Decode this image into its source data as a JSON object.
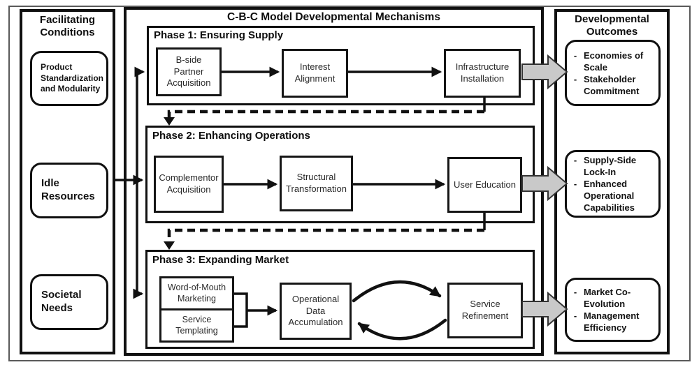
{
  "colors": {
    "arrow_fill": "#c9c9c9",
    "arrow_stroke": "#333333",
    "line": "#111111",
    "outer_border": "#5a5a5a"
  },
  "left_panel": {
    "title": "Facilitating Conditions",
    "boxes": [
      "Product Standardization and Modularity",
      "Idle Resources",
      "Societal Needs"
    ]
  },
  "center_panel": {
    "title": "C-B-C Model Developmental Mechanisms",
    "phase1": {
      "label": "Phase 1: Ensuring Supply",
      "box1": "B-side Partner Acquisition",
      "box2": "Interest Alignment",
      "box3": "Infrastructure Installation"
    },
    "phase2": {
      "label": "Phase 2: Enhancing Operations",
      "box1": "Complementor Acquisition",
      "box2": "Structural Transformation",
      "box3": "User Education"
    },
    "phase3": {
      "label": "Phase 3: Expanding Market",
      "box1": "Word-of-Mouth Marketing",
      "box2": "Service Templating",
      "box3": "Operational Data Accumulation",
      "box4": "Service Refinement"
    }
  },
  "right_panel": {
    "title": "Developmental Outcomes",
    "bullet_marker": "-",
    "outcome1": {
      "bullet1": "Economies of Scale",
      "bullet2": "Stakeholder Commitment"
    },
    "outcome2": {
      "bullet1": "Supply-Side Lock-In",
      "bullet2": "Enhanced Operational Capabilities"
    },
    "outcome3": {
      "bullet1": "Market Co-Evolution",
      "bullet2": "Management Efficiency"
    }
  }
}
